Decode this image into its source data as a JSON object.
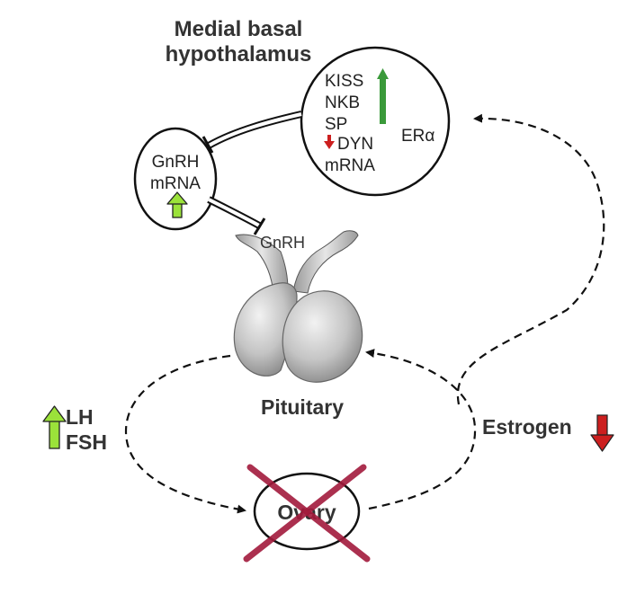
{
  "header": {
    "title_line1": "Medial basal",
    "title_line2": "hypothalamus"
  },
  "hypothalamus_circle": {
    "genes": [
      "KISS",
      "NKB",
      "SP",
      "DYN",
      "mRNA"
    ],
    "receptor": "ERα",
    "up_arrow_color": "#3a9a3a",
    "down_arrow_color": "#cc1f1f"
  },
  "gnrh_neuron": {
    "line1": "GnRH",
    "line2": "mRNA",
    "arrow_color": "#9be23a"
  },
  "pituitary": {
    "stalk_label": "GnRH",
    "label": "Pituitary"
  },
  "gonadotropins": {
    "line1": "LH",
    "line2": "FSH",
    "arrow_color": "#9be23a"
  },
  "estrogen": {
    "label": "Estrogen",
    "arrow_color": "#cc1f1f"
  },
  "ovary": {
    "label": "Ovary",
    "cross_color": "#a31a3c"
  }
}
